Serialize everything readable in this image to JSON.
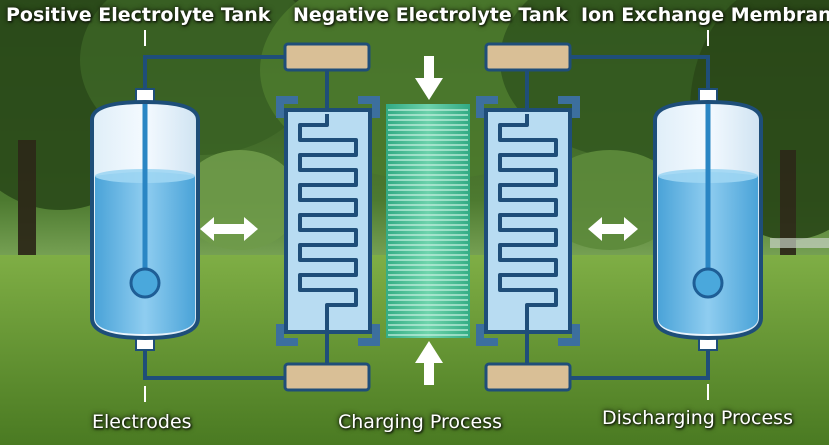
{
  "labels": {
    "positive_tank": "Positive Electrolyte Tank",
    "negative_tank": "Negative Electrolyte Tank",
    "membrane": "Ion Exchange Membrane",
    "electrodes": "Electrodes",
    "charging": "Charging Process",
    "discharging": "Discharging Process"
  },
  "colors": {
    "tank_outline": "#1e4e79",
    "electrolyte": "#6db9e6",
    "cell_fill": "#b8dcf2",
    "membrane": "#3fbf99",
    "pipe": "#1f4e79",
    "pump_box": "#d9bf96",
    "arrow": "#ffffff"
  },
  "icons": [
    "double-arrow-icon",
    "down-arrow-icon",
    "up-arrow-icon"
  ]
}
